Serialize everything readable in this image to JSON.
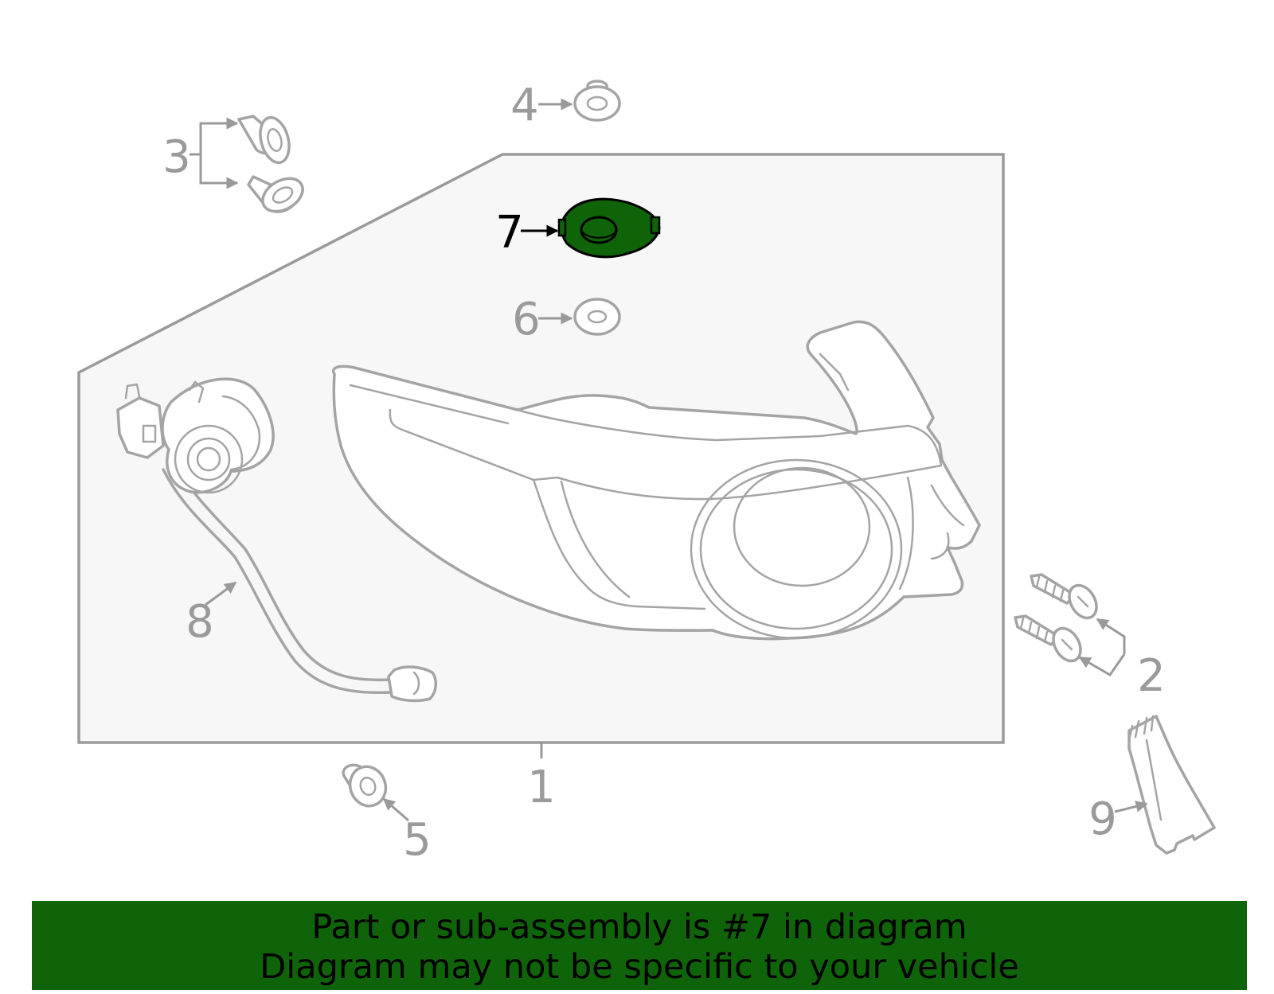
{
  "diagram": {
    "highlight_color": "#0f6308",
    "highlighted_part": "7",
    "callouts": {
      "c1": "1",
      "c2": "2",
      "c3": "3",
      "c4": "4",
      "c5": "5",
      "c6": "6",
      "c7": "7",
      "c8": "8",
      "c9": "9"
    }
  },
  "banner": {
    "line1": "Part or sub-assembly is #7 in diagram",
    "line2": "Diagram may not be specific to your vehicle",
    "background": "#0f6308"
  }
}
